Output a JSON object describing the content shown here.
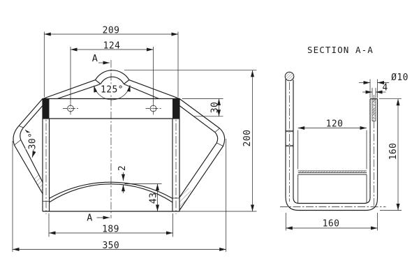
{
  "drawing": {
    "front_view": {
      "section_arrow_top": "A",
      "section_arrow_bottom": "A",
      "dim_plate_width": "209",
      "dim_hole_spacing": "124",
      "dim_arch_angle": "125°",
      "dim_brace_angle": "30°",
      "dim_plate_height": "30",
      "dim_total_height": "200",
      "dim_arc_thickness": "2",
      "dim_arc_rise": "43",
      "dim_inner_width": "189",
      "dim_total_width": "350"
    },
    "section_view": {
      "title": "SECTION A-A",
      "dim_tube_diameter": "Ø10",
      "dim_plate_thickness": "4",
      "dim_saddle_width": "120",
      "dim_height": "160",
      "dim_depth": "160"
    },
    "colors": {
      "line": "#1c1c1c",
      "background": "#ffffff"
    }
  }
}
